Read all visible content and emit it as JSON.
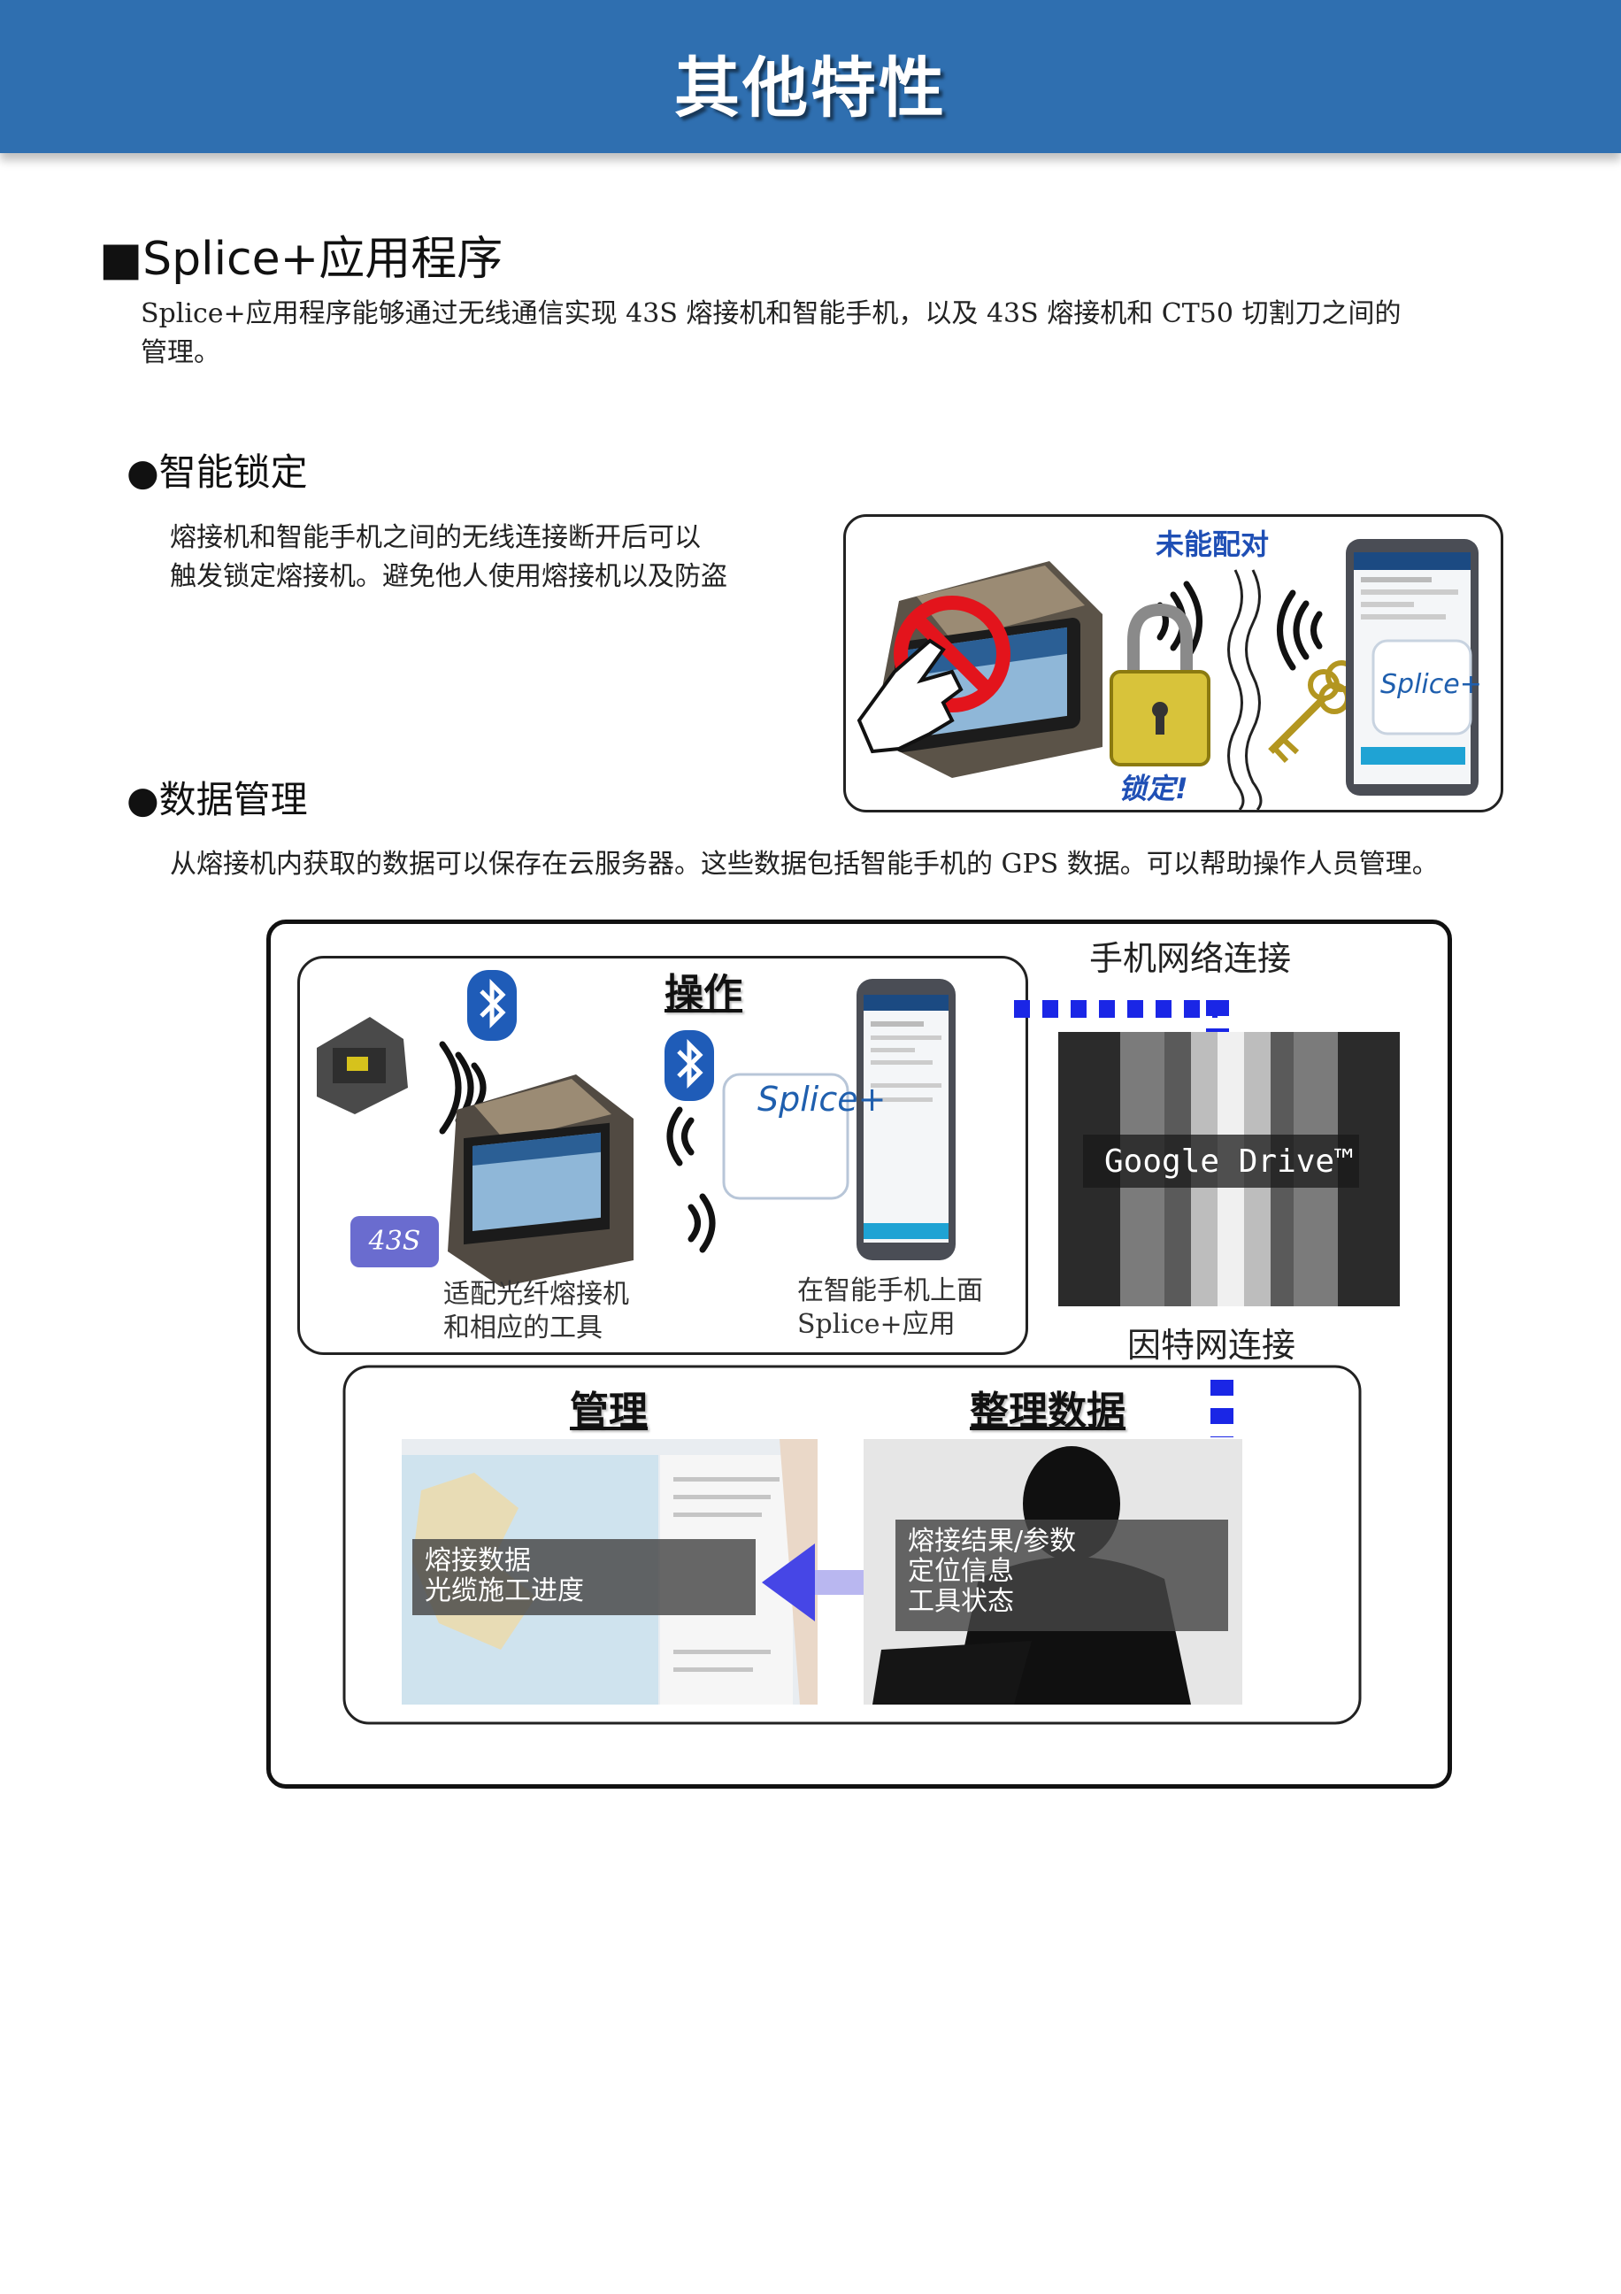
{
  "header": {
    "title": "其他特性"
  },
  "splice_section": {
    "heading": "■Splice+应用程序",
    "intro_line1": "Splice+应用程序能够通过无线通信实现 43S 熔接机和智能手机，以及 43S 熔接机和 CT50 切割刀之间的",
    "intro_line2": "管理。"
  },
  "smart_lock": {
    "heading": "●智能锁定",
    "desc_line1": "熔接机和智能手机之间的无线连接断开后可以",
    "desc_line2": "触发锁定熔接机。避免他人使用熔接机以及防盗",
    "figure": {
      "unpaired_label": "未能配对",
      "locked_label": "锁定!",
      "app_icon_label": "Splice+"
    }
  },
  "data_mgmt": {
    "heading": "●数据管理",
    "desc": "从熔接机内获取的数据可以保存在云服务器。这些数据包括智能手机的 GPS 数据。可以帮助操作人员管理。",
    "figure": {
      "operate_label": "操作",
      "mobile_net_label": "手机网络连接",
      "internet_label": "因特网连接",
      "google_drive_label": "Google Drive™",
      "badge_43s": "43S",
      "splice_icon_label": "Splice+",
      "caption_left_line1": "适配光纤熔接机",
      "caption_left_line2": "和相应的工具",
      "caption_right_line1": "在智能手机上面",
      "caption_right_line2": "Splice+应用",
      "manage_label": "管理",
      "organize_label": "整理数据",
      "left_overlay_line1": "熔接数据",
      "left_overlay_line2": "光缆施工进度",
      "right_overlay_line1": "熔接结果/参数",
      "right_overlay_line2": "定位信息",
      "right_overlay_line3": "工具状态"
    }
  }
}
